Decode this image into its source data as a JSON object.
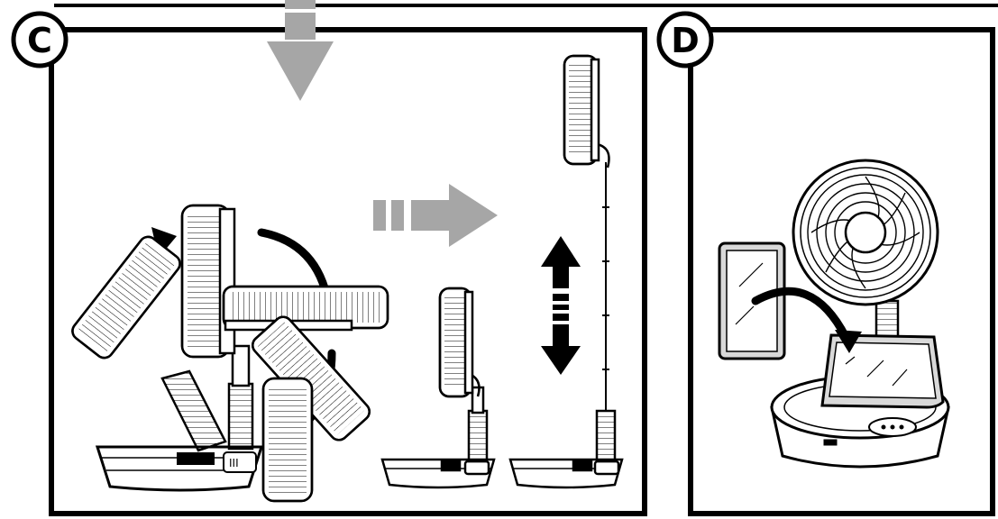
{
  "panels": [
    {
      "id": "C",
      "label": "C"
    },
    {
      "id": "D",
      "label": "D"
    }
  ],
  "colors": {
    "ink": "#000000",
    "arrow_gray": "#a6a6a6",
    "paper": "#ffffff",
    "panel_shade": "#d9d9d9"
  },
  "icons": {
    "fan": "fan-icon",
    "rotate_arrow": "curved-arrow-icon",
    "height_arrow": "double-arrow-icon",
    "step_arrow": "gray-arrow-icon",
    "solar_panel": "solar-panel-icon"
  }
}
